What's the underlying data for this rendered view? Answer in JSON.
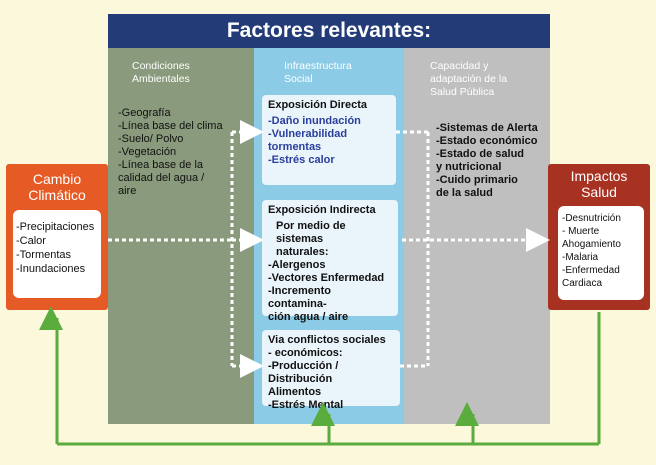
{
  "title": "Factores relevantes:",
  "columns": {
    "environmental": {
      "header": [
        "Condiciones",
        "Ambientales"
      ],
      "items": [
        "-Geografía",
        "-Línea base del clima",
        "-Suelo/ Polvo",
        "-Vegetación",
        "-Línea base de la",
        "calidad del agua /",
        "aire"
      ]
    },
    "social": {
      "header": [
        "Infraestructura",
        "Social"
      ]
    },
    "capacity": {
      "header": [
        "Capacidad y",
        "adaptación de la",
        "Salud Pública"
      ],
      "items": [
        "-Sistemas de Alerta",
        "-Estado económico",
        "-Estado de salud",
        "y nutricional",
        "-Cuido primario",
        "de la salud"
      ]
    }
  },
  "exposure_direct": {
    "header": "Exposición Directa",
    "items": [
      "-Daño inundación",
      "-Vulnerabilidad",
      "tormentas",
      "-Estrés calor"
    ]
  },
  "exposure_indirect": {
    "header": "Exposición  Indirecta",
    "subheader": [
      "Por medio de sistemas",
      "naturales:"
    ],
    "items": [
      "-Alergenos",
      "-Vectores Enfermedad",
      "-Incremento contamina-",
      "ción agua / aire"
    ]
  },
  "conflicts": {
    "header": [
      "Via conflictos sociales",
      " - económicos:"
    ],
    "items": [
      "-Producción / Distribución",
      "Alimentos",
      "-Estrés Mental"
    ]
  },
  "climate_change": {
    "title": [
      "Cambio",
      "Climático"
    ],
    "items": [
      "-Precipitaciones",
      "-Calor",
      "-Tormentas",
      "-Inundaciones"
    ]
  },
  "health_impacts": {
    "title": [
      "Impactos",
      "Salud"
    ],
    "items": [
      "-Desnutrición",
      "- Muerte",
      "Ahogamiento",
      "-Malaria",
      "-Enfermedad",
      "Cardiaca"
    ]
  },
  "colors": {
    "title_bar": "#233c78",
    "environmental": "#8a9a7c",
    "social": "#8ccbe6",
    "capacity": "#bfbfbf",
    "climate_change": "#e65a25",
    "health_impacts": "#a83222",
    "feedback_arrow": "#5aac3c",
    "background": "#fcf8dc"
  }
}
